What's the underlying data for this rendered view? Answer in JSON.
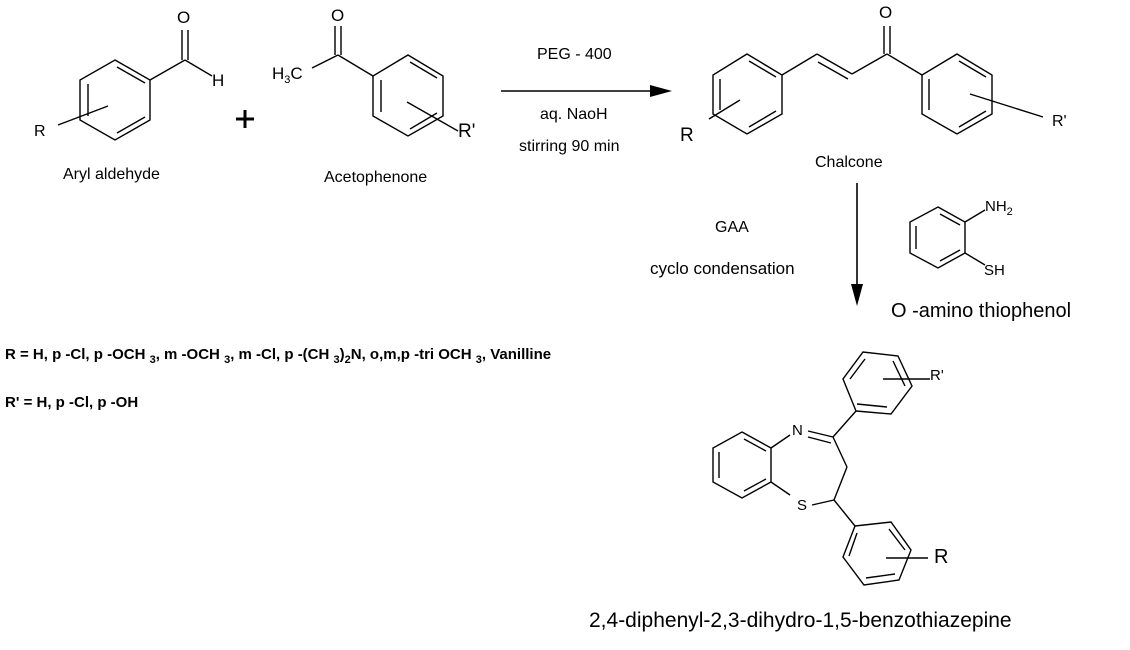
{
  "reactants": {
    "aryl_aldehyde": {
      "name": "Aryl aldehyde",
      "substituent": "R",
      "atoms": {
        "oxygen": "O",
        "hydrogen": "H"
      }
    },
    "plus_sign": "+",
    "acetophenone": {
      "name": "Acetophenone",
      "substituent": "R'",
      "atoms": {
        "oxygen": "O",
        "methyl": "H",
        "methyl_sub": "3",
        "methyl_c": "C"
      }
    }
  },
  "step1": {
    "above": "PEG - 400",
    "below_1": "aq. NaoH",
    "below_2": "stirring 90 min"
  },
  "chalcone": {
    "name": "Chalcone",
    "substituent_left": "R",
    "substituent_right": "R'",
    "oxygen": "O"
  },
  "step2": {
    "reagent": "GAA",
    "condition": "cyclo condensation"
  },
  "amino_thiophenol": {
    "name": "O -amino thiophenol",
    "nh2": "NH",
    "nh2_sub": "2",
    "sh": "SH"
  },
  "substituents": {
    "r_line": {
      "p1": "R = H, p -Cl, p -OCH ",
      "s1": "3",
      "p2": ", m -OCH ",
      "s2": "3",
      "p3": ", m -Cl, p -(CH ",
      "s3": "3",
      "p4": ")",
      "s4": "2",
      "p5": "N, o,m,p -tri OCH ",
      "s5": "3",
      "p6": ", Vanilline"
    },
    "r_prime_line": "R' = H, p -Cl, p -OH"
  },
  "product": {
    "name": "2,4-diphenyl-2,3-dihydro-1,5-benzothiazepine",
    "atoms": {
      "nitrogen": "N",
      "sulfur": "S"
    },
    "substituent_top": "R'",
    "substituent_bottom": "R"
  }
}
